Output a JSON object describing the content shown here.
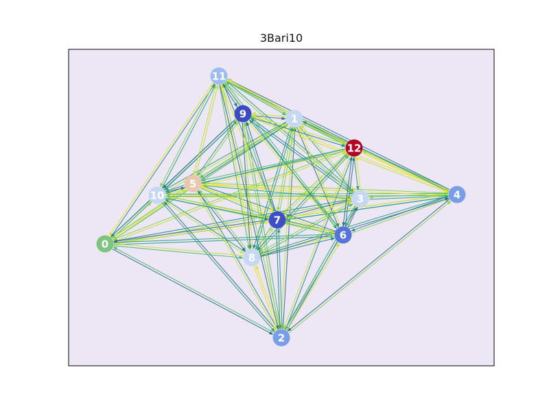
{
  "title": "3Bari10",
  "background": "#ece6f5",
  "edge_colors": [
    "#2f6e8e",
    "#23898e",
    "#2aa07f",
    "#4cb96a",
    "#8ad24a",
    "#c4e03a",
    "#e3e61e"
  ],
  "nodes": [
    {
      "id": "0",
      "color": "#7fc47e"
    },
    {
      "id": "1",
      "color": "#c4d7f3"
    },
    {
      "id": "2",
      "color": "#7a9de8"
    },
    {
      "id": "3",
      "color": "#c4d7f3"
    },
    {
      "id": "4",
      "color": "#7a9de8"
    },
    {
      "id": "5",
      "color": "#ebc6ae"
    },
    {
      "id": "6",
      "color": "#5673d9"
    },
    {
      "id": "7",
      "color": "#3d4fc2"
    },
    {
      "id": "8",
      "color": "#c4d7f3"
    },
    {
      "id": "9",
      "color": "#3b4cc0"
    },
    {
      "id": "10",
      "color": "#c4d7f3"
    },
    {
      "id": "11",
      "color": "#9cbcf2"
    },
    {
      "id": "12",
      "color": "#b40426"
    }
  ]
}
